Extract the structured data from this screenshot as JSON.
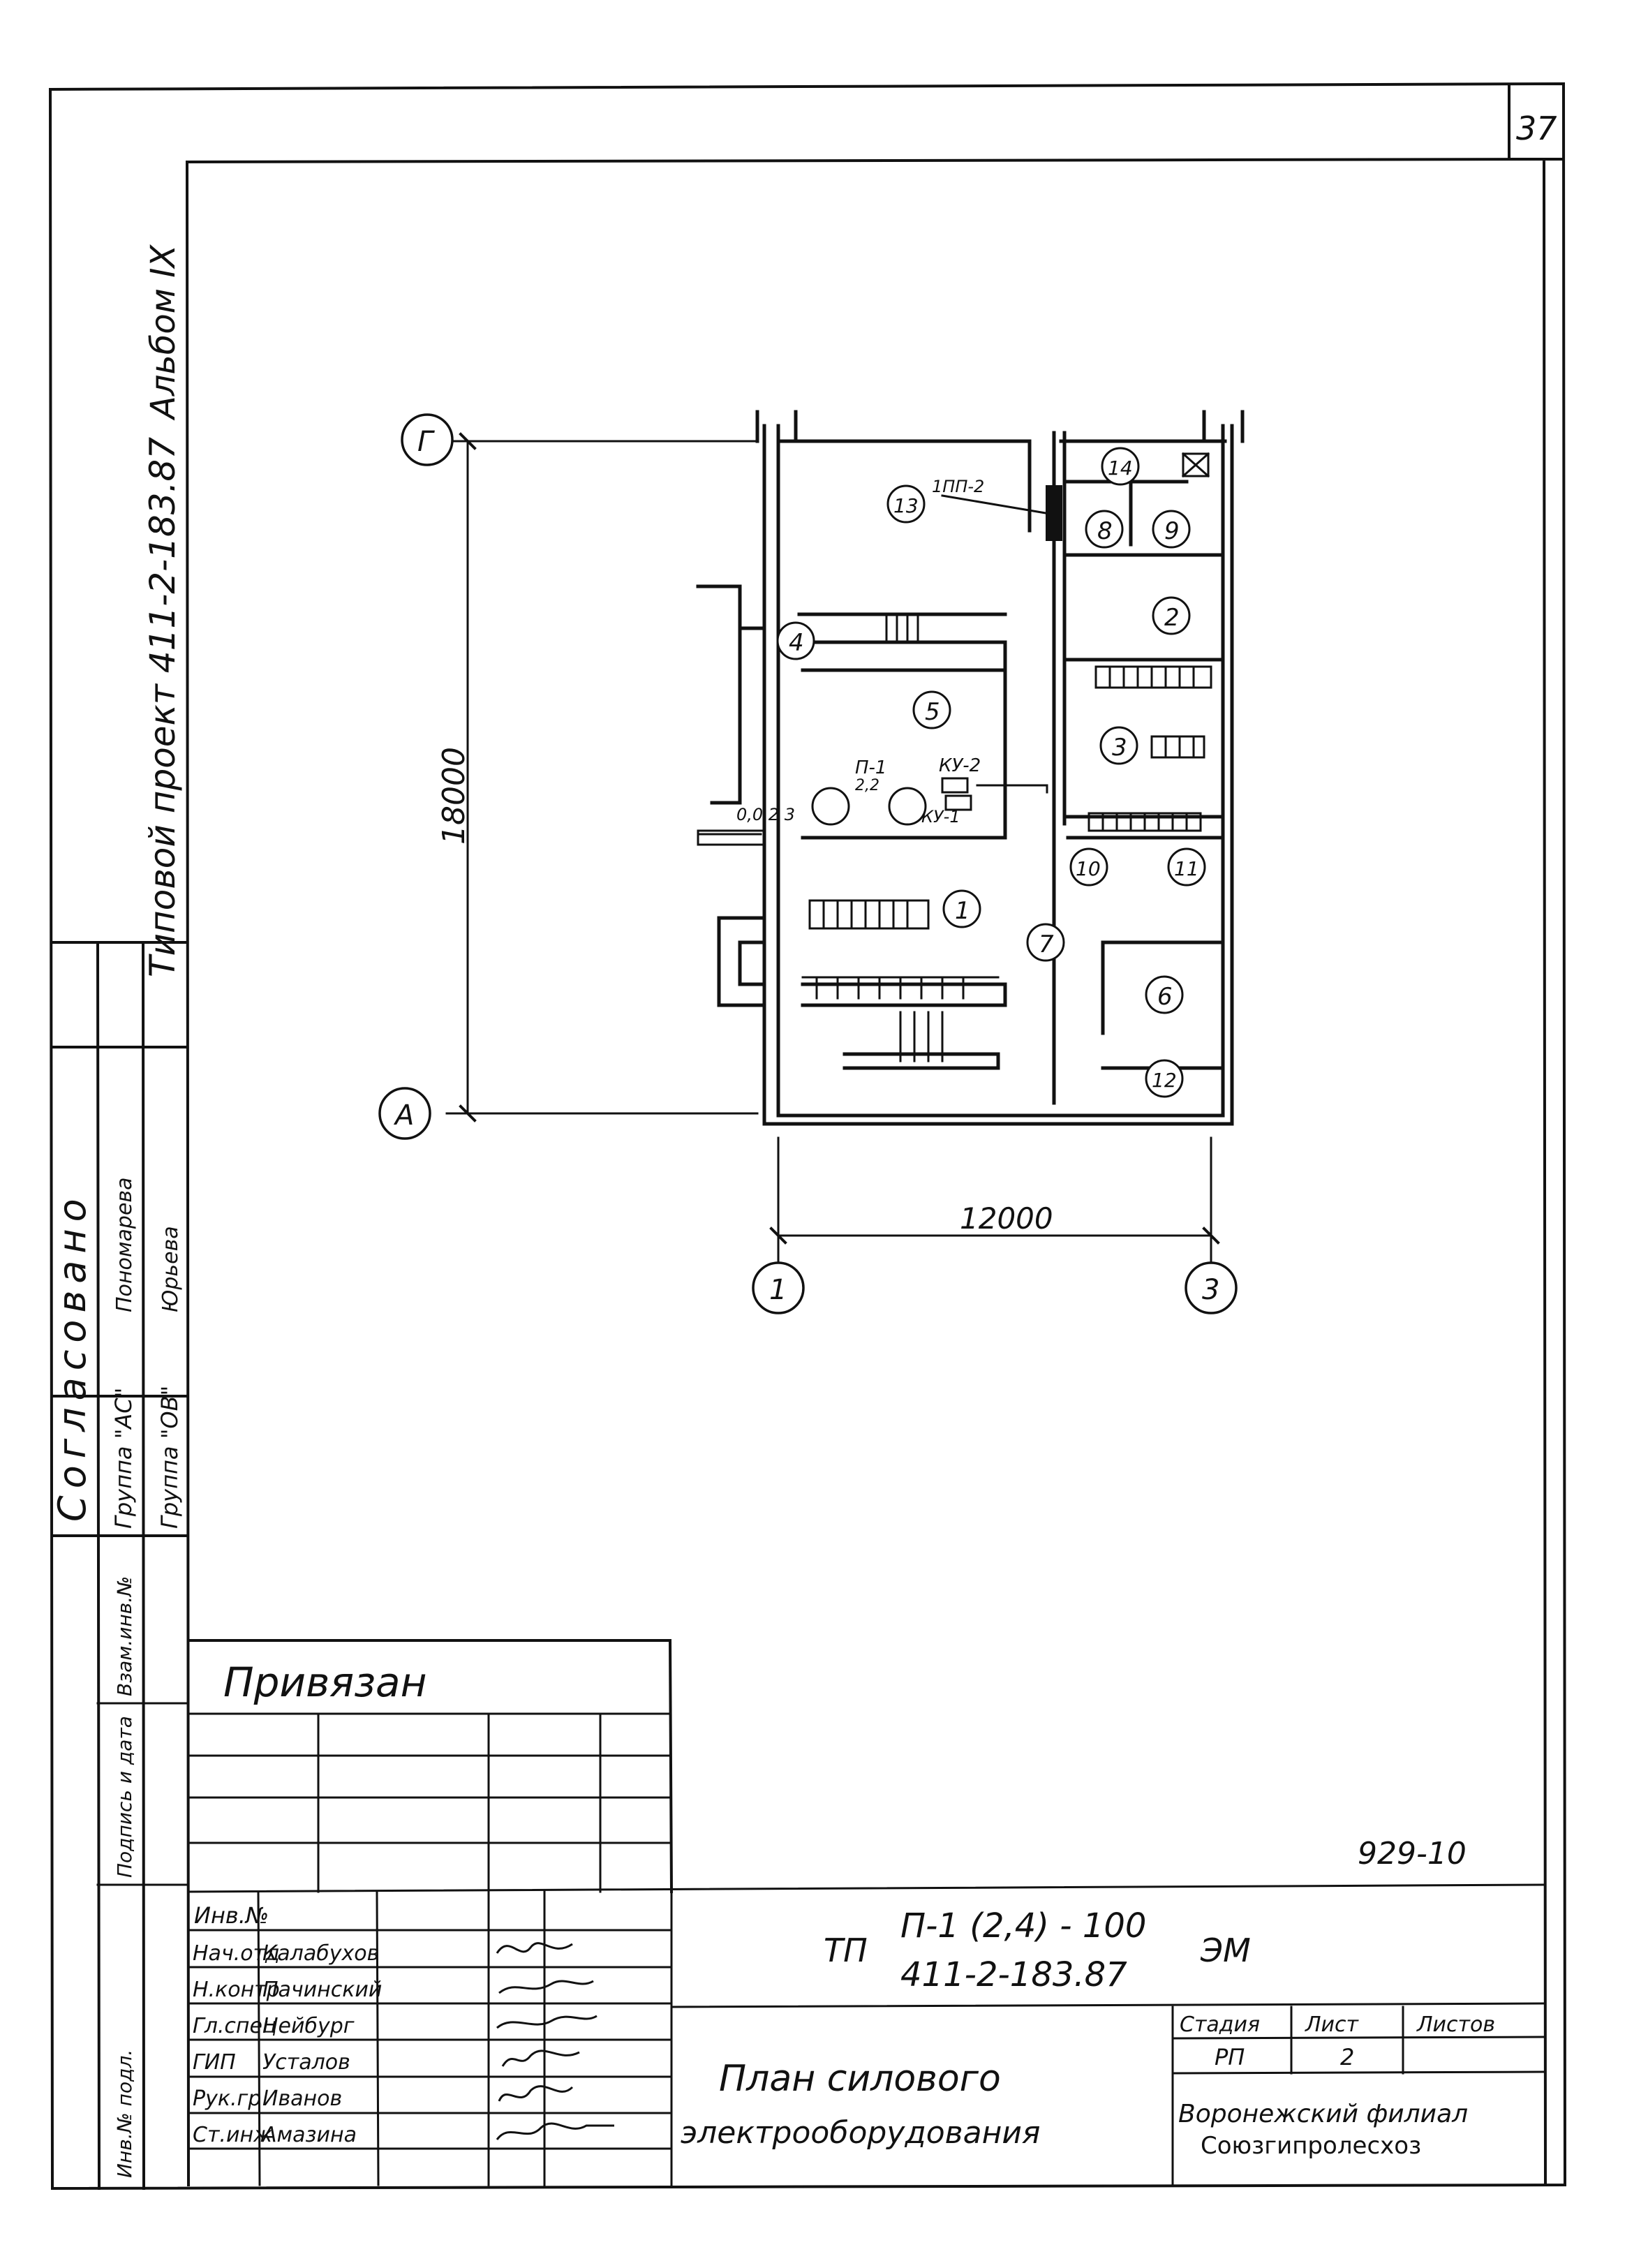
{
  "sheet": {
    "page_no": "37",
    "album": "Альбом",
    "album_no": "IX",
    "project": "Типовой проект 411-2-183.87"
  },
  "agreement": {
    "title": "Согласовано",
    "rows": [
      {
        "group": "Группа \"АС\"",
        "name": "Пономарева"
      },
      {
        "group": "Группа \"ОВ\"",
        "name": "Юрьева"
      }
    ],
    "stamp_headers": [
      "Взам.инв.№",
      "Подпись и дата",
      "Инв.№ подл."
    ]
  },
  "plan": {
    "axes": {
      "top_left": "Г",
      "bottom_left": "А",
      "bottom_1": "1",
      "bottom_3": "3"
    },
    "dim_vertical": "18000",
    "dim_horizontal": "12000",
    "room_numbers": [
      "1",
      "2",
      "3",
      "4",
      "5",
      "6",
      "7",
      "8",
      "9",
      "10",
      "11",
      "12",
      "13",
      "14"
    ],
    "equipment": {
      "panel_p2": "1ПП-2",
      "p1": "П-1",
      "p1_value": "2,2",
      "ku2": "КУ-2",
      "ku1": "КУ-1",
      "level": "0,0 2 3"
    }
  },
  "title_block": {
    "privyazan": "Привязан",
    "doc_code": "929-10",
    "inv": "Инв.№",
    "staff": [
      {
        "role": "Нач.отд",
        "name": "Калабухов"
      },
      {
        "role": "Н.контр",
        "name": "Пачинский"
      },
      {
        "role": "Гл.спец",
        "name": "Нейбург"
      },
      {
        "role": "ГИП",
        "name": "Усталов"
      },
      {
        "role": "Рук.гр",
        "name": "Иванов"
      },
      {
        "role": "Ст.инж",
        "name": "Амазина"
      }
    ],
    "code_prefix": "ТП",
    "code_top": "П-1 (2,4) - 100",
    "code_bottom": "411-2-183.87",
    "code_suffix": "ЭМ",
    "stage_label": "Стадия",
    "sheet_label": "Лист",
    "sheets_label": "Листов",
    "stage": "РП",
    "sheet": "2",
    "sheets": "",
    "title_1": "План силового",
    "title_2": "электрооборудования",
    "org_1": "Воронежский филиал",
    "org_2": "Союзгипролесхоз"
  }
}
